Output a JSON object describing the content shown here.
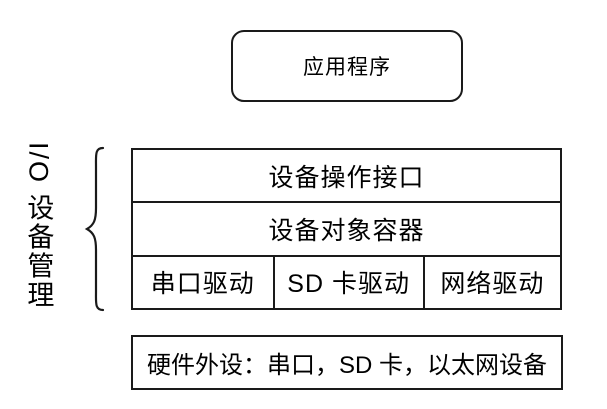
{
  "diagram": {
    "title_implied": "I/O device management architecture",
    "app_box": {
      "label": "应用程序"
    },
    "side_label": "I/O 设备管理",
    "stack": {
      "layers": [
        {
          "label": "设备操作接口"
        },
        {
          "label": "设备对象容器"
        }
      ],
      "drivers": [
        "串口驱动",
        "SD 卡驱动",
        "网络驱动"
      ]
    },
    "hardware_box": {
      "label": "硬件外设：串口，SD 卡，以太网设备"
    },
    "colors": {
      "line": "#1a1a1a",
      "background": "#ffffff",
      "text": "#000000"
    }
  }
}
